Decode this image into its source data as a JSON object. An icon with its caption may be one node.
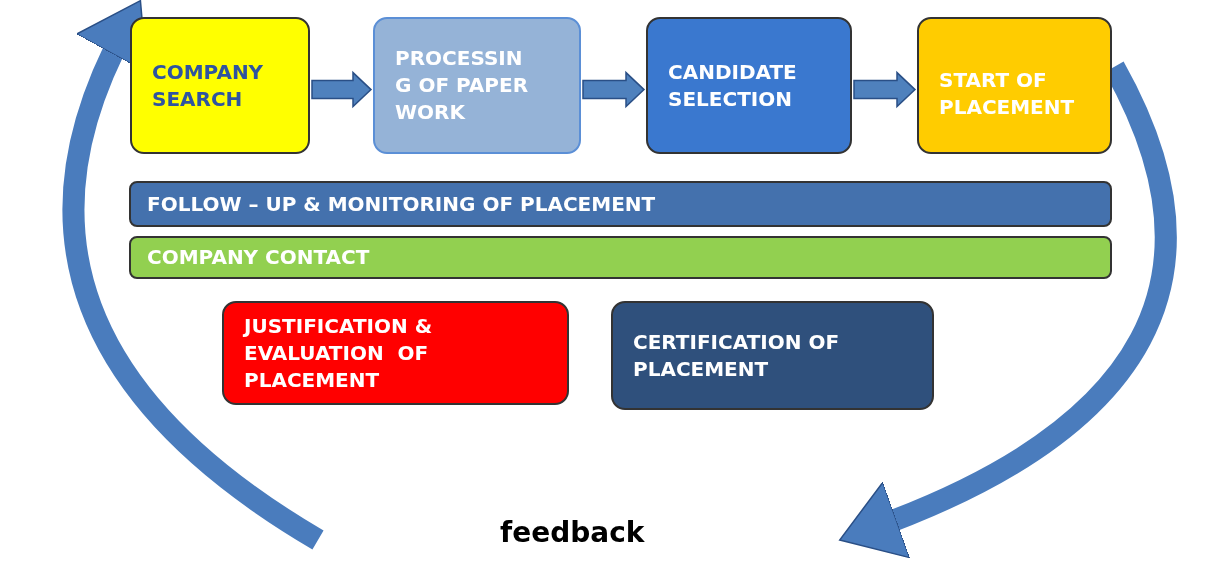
{
  "diagram": {
    "nodes": [
      {
        "text": [
          "COMPANY SEARCH"
        ]
      },
      {
        "text": [
          "PROCESSIN G OF PAPER WORK"
        ]
      },
      {
        "text": [
          "CANDIDATE SELECTION"
        ]
      },
      {
        "text": [
          "START OF PLACEMENT"
        ]
      },
      {
        "text": [
          "FOLLOW – UP & MONITORING OF PLACEMENT"
        ]
      },
      {
        "text": [
          "COMPANY CONTACT"
        ]
      },
      {
        "text": [
          "JUSTIFICATION & EVALUATION  OF PLACEMENT"
        ]
      },
      {
        "text": [
          "CERTIFICATION OF PLACEMENT"
        ]
      }
    ],
    "edges": [
      {
        "from": 0,
        "to": 1,
        "arrow": "to"
      },
      {
        "from": 1,
        "to": 2,
        "arrow": "to"
      },
      {
        "from": 2,
        "to": 3,
        "arrow": "to"
      },
      {
        "from": 3,
        "to": null,
        "arrow": "to"
      },
      {
        "from": null,
        "to": 0,
        "arrow": "to"
      }
    ],
    "labels": [
      "feedback"
    ]
  }
}
